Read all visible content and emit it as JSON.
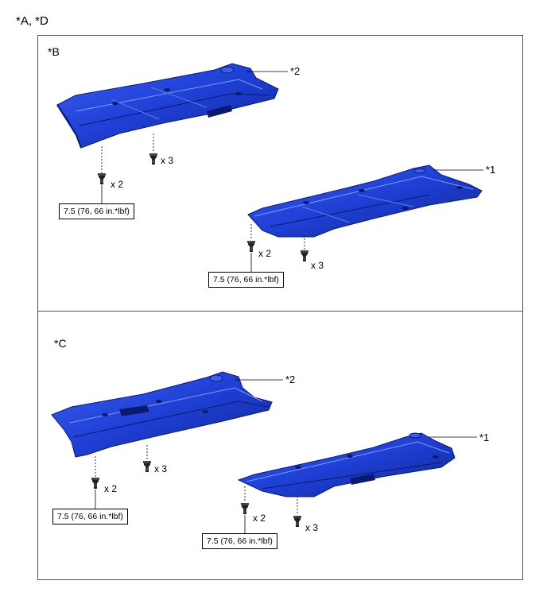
{
  "header": {
    "label": "*A, *D"
  },
  "panels": [
    {
      "label": "*B",
      "callouts": [
        "*2",
        "*1"
      ],
      "torque_specs": [
        "7.5 (76, 66 in.*lbf)",
        "7.5 (76, 66 in.*lbf)"
      ],
      "quantities": [
        "x 3",
        "x 2",
        "x 2",
        "x 3"
      ]
    },
    {
      "label": "*C",
      "callouts": [
        "*2",
        "*1"
      ],
      "torque_specs": [
        "7.5 (76, 66 in.*lbf)",
        "7.5 (76, 66 in.*lbf)"
      ],
      "quantities": [
        "x 3",
        "x 2",
        "x 2",
        "x 3"
      ]
    }
  ],
  "colors": {
    "part_fill": "#1f3fd4",
    "part_dark": "#0b1f8a",
    "part_light": "#5a7cf0",
    "frame": "#555555"
  }
}
